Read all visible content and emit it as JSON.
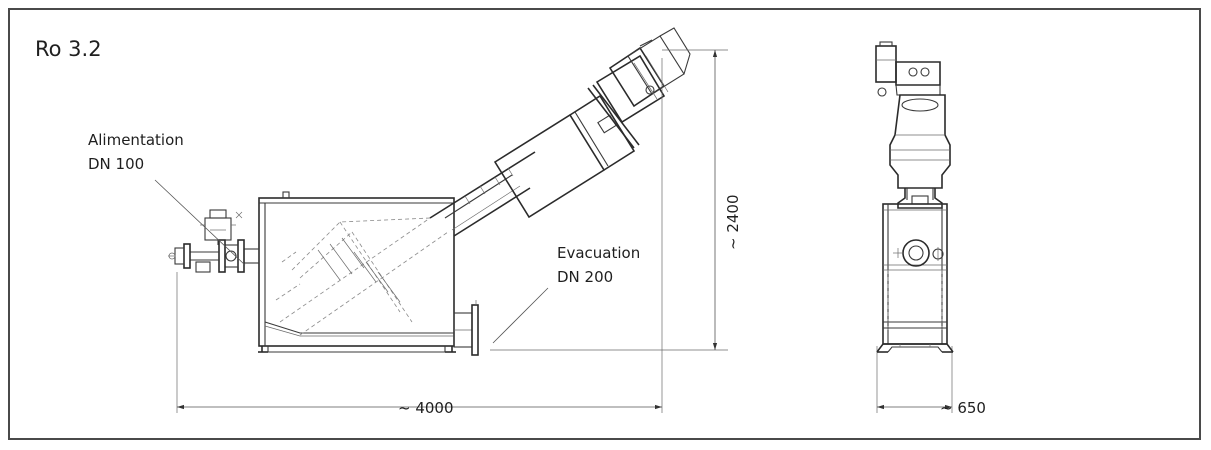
{
  "figure": {
    "model": "Ro 3.2",
    "labels": {
      "inlet_line1": "Alimentation",
      "inlet_line2": "DN 100",
      "outlet_line1": "Evacuation",
      "outlet_line2": "DN 200"
    },
    "dimensions": {
      "length": "~ 4000",
      "height": "~ 2400",
      "width": "~ 650"
    },
    "colors": {
      "frame": "#4a4a4a",
      "line": "#2b2b2b",
      "text": "#1f1f1f"
    }
  }
}
